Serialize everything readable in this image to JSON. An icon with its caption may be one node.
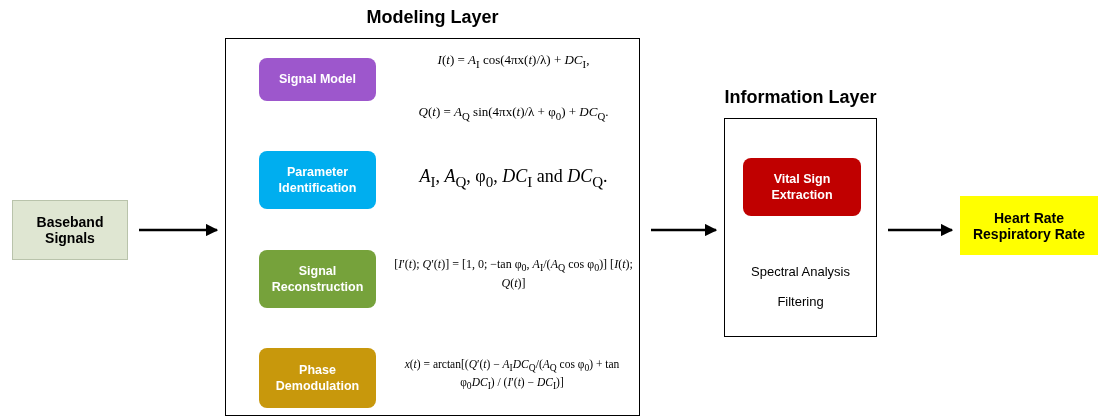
{
  "diagram": {
    "nodes": [
      {
        "text": [
          "Baseband Signals"
        ]
      },
      {
        "text": [
          "Modeling Layer"
        ]
      },
      {
        "text": [
          "Signal Model"
        ],
        "in": 1
      },
      {
        "text": [
          "Parameter Identification"
        ],
        "in": 1
      },
      {
        "text": [
          "Signal Reconstruction"
        ],
        "in": 1
      },
      {
        "text": [
          "Phase Demodulation"
        ],
        "in": 1
      },
      {
        "text": [
          "Information Layer",
          "Spectral Analysis",
          "Filtering"
        ]
      },
      {
        "text": [
          "Vital Sign Extraction"
        ],
        "in": 6
      },
      {
        "text": [
          "Heart Rate",
          "Respiratory Rate"
        ]
      }
    ],
    "edges": [
      {
        "from": 0,
        "to": 1,
        "arrow": "to"
      },
      {
        "from": 1,
        "to": 6,
        "arrow": "to"
      },
      {
        "from": 6,
        "to": 8,
        "arrow": "to"
      }
    ],
    "labels": [
      "*I*(*t*) = *A*$_{I}$ cos(4πx(*t*)/λ) + *DC*$_{I}$,",
      "*Q*(*t*) = *A*$_{Q}$ sin(4πx(*t*)/λ + φ$_{0}$) + *DC*$_{Q}$.",
      "*A*$_{I}$, *A*$_{Q}$, φ$_{0}$, *DC*$_{I}$ and *DC*$_{Q}$.",
      "[*I*′(*t*); *Q*′(*t*)] = [1, 0; −tan φ$_{0}$, *A*$_{I}$/(*A*$_{Q}$ cos φ$_{0}$)] [*I*(*t*); *Q*(*t*)]",
      "*x*(*t*) = arctan[(*Q*′(*t*) − *A*$_{I}$*DC*$_{Q}$/(*A*$_{Q}$ cos φ$_{0}$) + tan φ$_{0}$*DC*$_{I}$) / (*I*′(*t*) − *DC*$_{I}$)]"
    ]
  }
}
